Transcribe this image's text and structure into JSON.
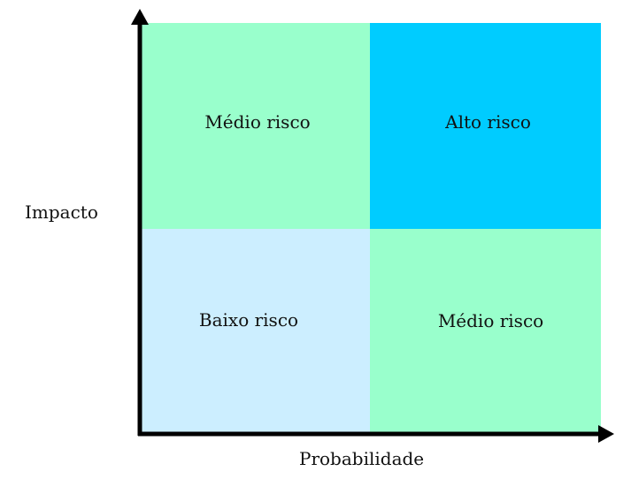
{
  "colors": {
    "low": "#cceeff",
    "medium": "#99ffcc",
    "high": "#00ccff",
    "axis": "#000000"
  },
  "matrix": {
    "top_left": "Médio risco",
    "top_right": "Alto risco",
    "bottom_left": "Baixo risco",
    "bottom_right": "Médio risco"
  },
  "axes": {
    "y_label": "Impacto",
    "x_label": "Probabilidade"
  }
}
